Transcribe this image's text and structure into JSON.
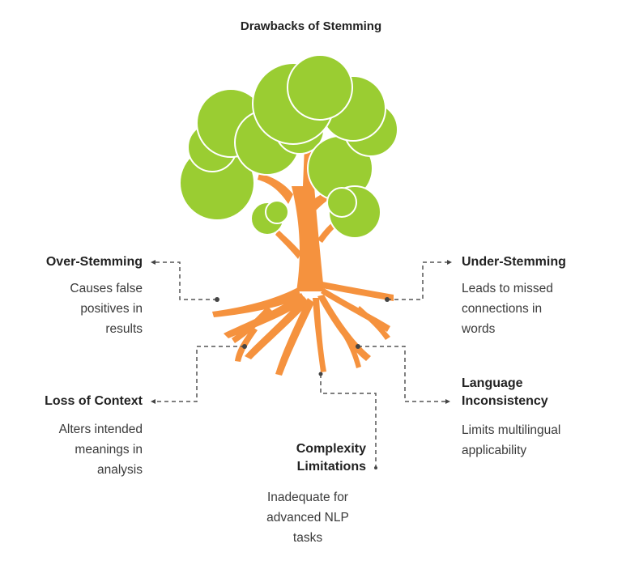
{
  "title": "Drawbacks of Stemming",
  "colors": {
    "foliage": "#9ACD32",
    "foliage_stroke": "#ffffff",
    "trunk": "#F5923E",
    "connector": "#555555"
  },
  "items": [
    {
      "label": "Over-Stemming",
      "description": "Causes false positives in results"
    },
    {
      "label": "Under-Stemming",
      "description": "Leads to missed connections in words"
    },
    {
      "label": "Loss of Context",
      "description": "Alters intended meanings in analysis"
    },
    {
      "label": "Language Inconsistency",
      "description": "Limits multilingual applicability"
    },
    {
      "label": "Complexity Limitations",
      "description": "Inadequate for advanced NLP tasks"
    }
  ]
}
